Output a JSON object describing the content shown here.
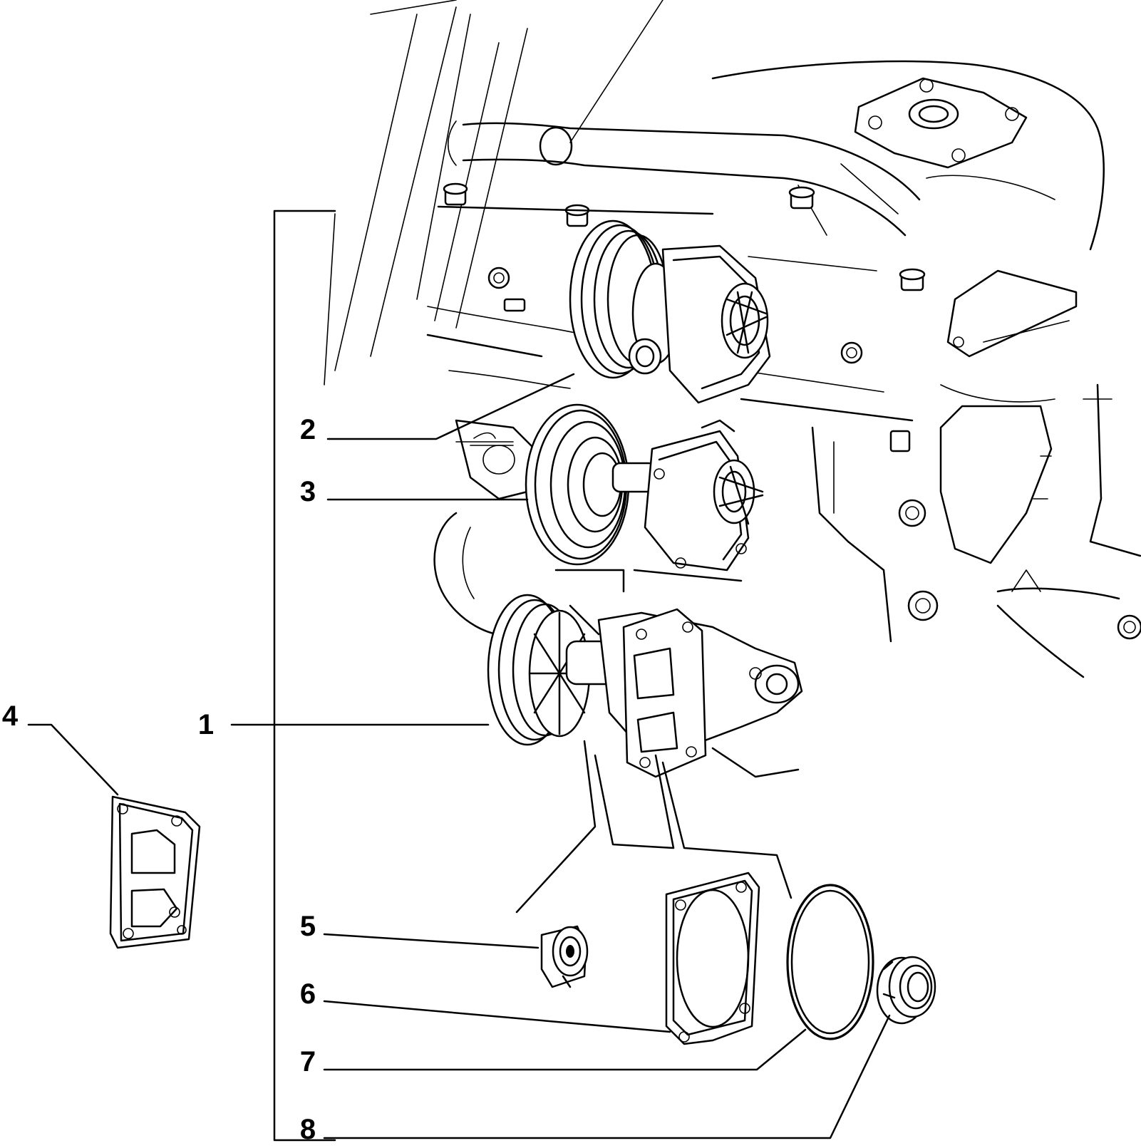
{
  "callouts": [
    {
      "id": "1",
      "label": "1"
    },
    {
      "id": "2",
      "label": "2"
    },
    {
      "id": "3",
      "label": "3"
    },
    {
      "id": "4",
      "label": "4"
    },
    {
      "id": "5",
      "label": "5"
    },
    {
      "id": "6",
      "label": "6"
    },
    {
      "id": "7",
      "label": "7"
    },
    {
      "id": "8",
      "label": "8"
    }
  ],
  "colors": {
    "ink": "#000000",
    "paper": "#ffffff"
  }
}
